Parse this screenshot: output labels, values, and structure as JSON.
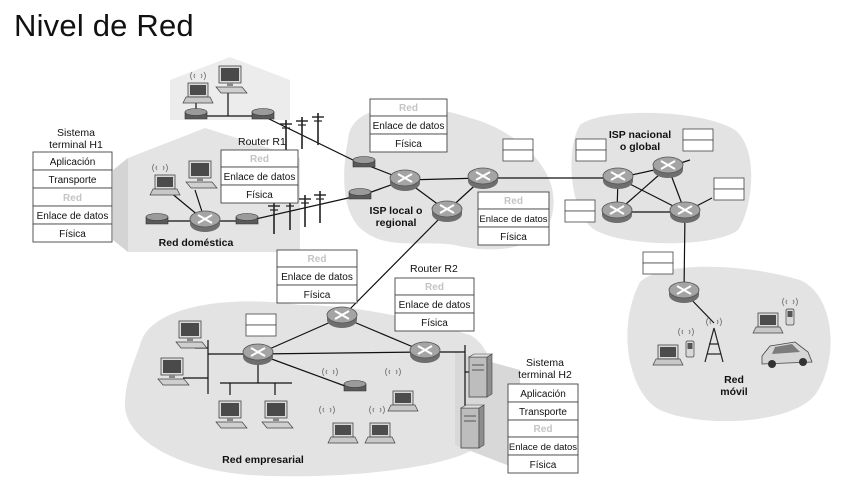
{
  "title": "Nivel de Red",
  "stack_layers": {
    "application": "Aplicación",
    "transport": "Transporte",
    "network": "Red",
    "link": "Enlace de datos",
    "physical": "Física"
  },
  "labels": {
    "host_h1": [
      "Sistema",
      "terminal H1"
    ],
    "host_h2": [
      "Sistema",
      "terminal H2"
    ],
    "router_r1": "Router R1",
    "router_r2": "Router R2",
    "home_network": "Red doméstica",
    "local_isp": [
      "ISP local o",
      "regional"
    ],
    "national_isp": [
      "ISP nacional",
      "o global"
    ],
    "enterprise_network": "Red empresarial",
    "mobile_network": [
      "Red",
      "móvil"
    ]
  },
  "colors": {
    "region_fill": "#e6e6e6",
    "shadow_fill": "#d2d2d2",
    "router_fill": "#8a8a8a",
    "inactive_layer": "#cfcfcf",
    "line": "#111111"
  }
}
